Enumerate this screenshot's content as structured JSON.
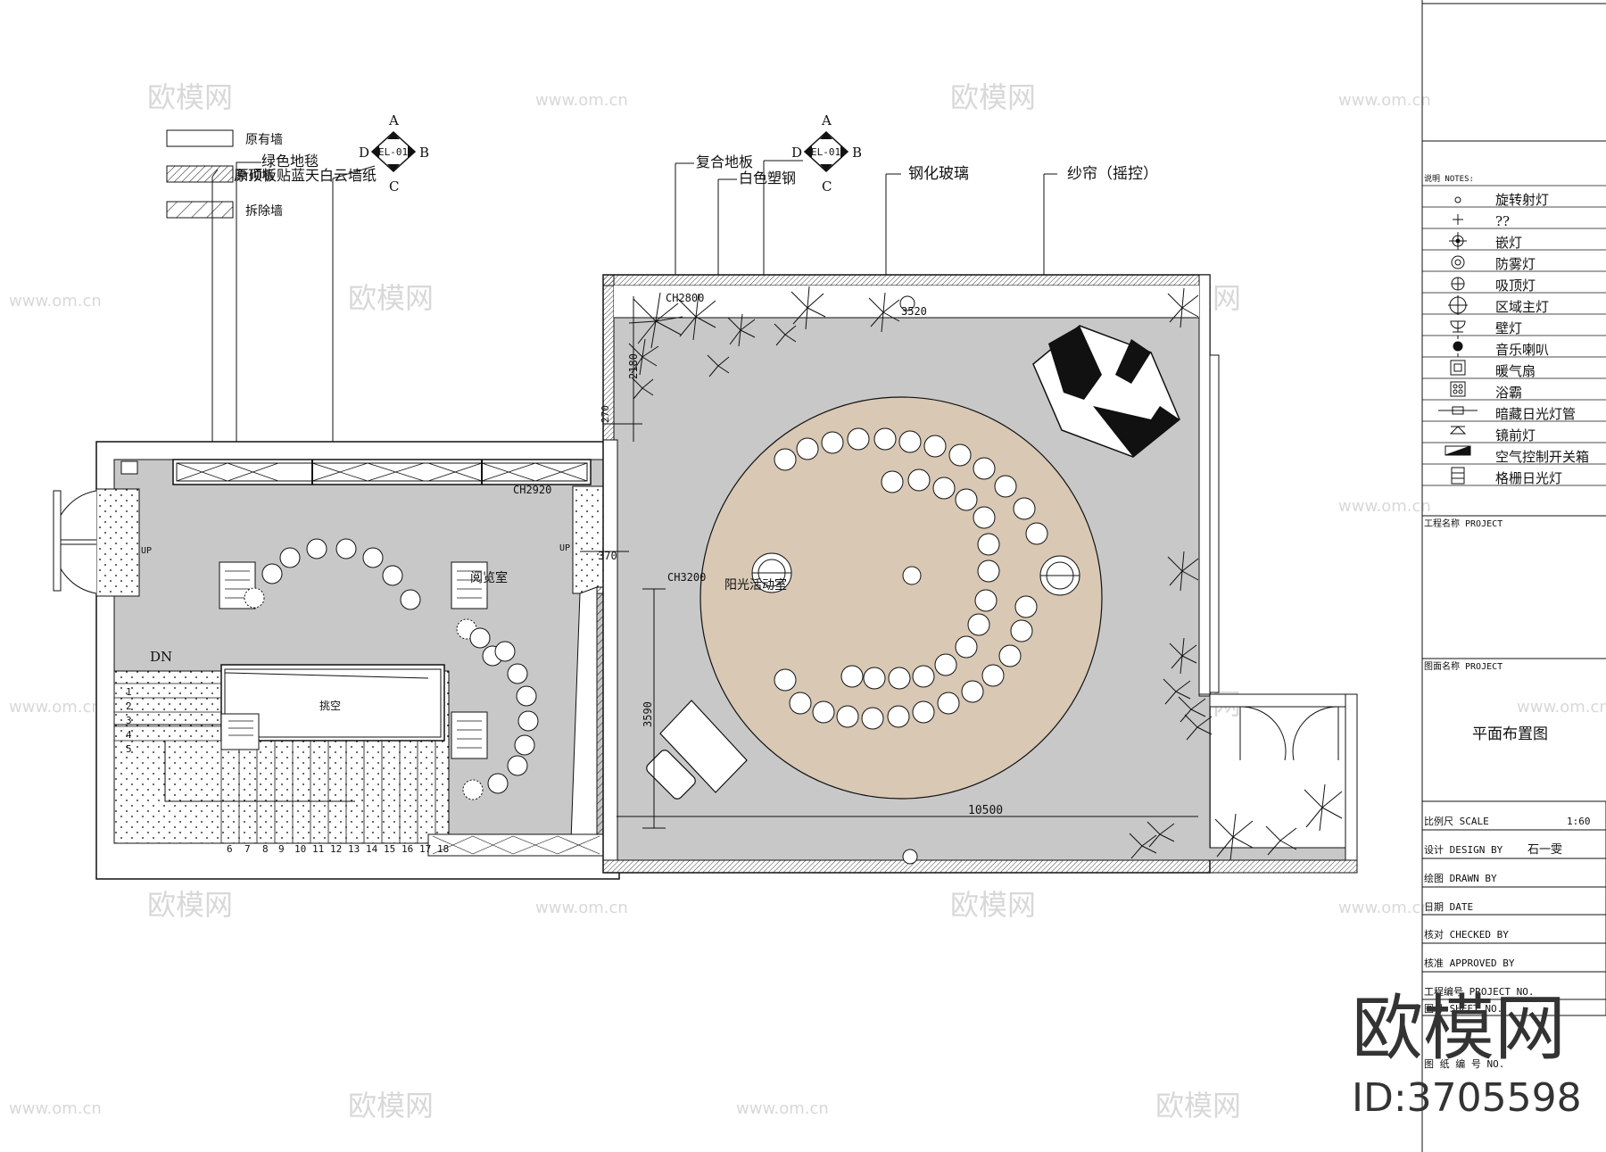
{
  "legend": {
    "items": [
      {
        "label": "原有墙",
        "pattern": "empty"
      },
      {
        "label": "新砌墙",
        "pattern": "hatch-dense"
      },
      {
        "label": "拆除墙",
        "pattern": "hatch-sparse"
      }
    ]
  },
  "elevation_marker": {
    "ref": "EL-01",
    "a": "A",
    "b": "B",
    "c": "C",
    "d": "D"
  },
  "callouts": {
    "green_carpet": "绿色地毯",
    "wallpaper": "原顶板贴蓝天白云墙纸",
    "composite_floor": "复合地板",
    "white_plastic_steel": "白色塑钢",
    "tempered_glass": "钢化玻璃",
    "curtain": "纱帘（摇控）"
  },
  "rooms": {
    "reading_room": "阅览室",
    "sunshine_room": "阳光活动室",
    "void": "挑空"
  },
  "dimensions": {
    "ch1": "CH2920",
    "ch2": "CH3200",
    "ch3": "CH2800",
    "d_3520": "3520",
    "d_2180": "2180",
    "d_370": "370",
    "d_3590": "3590",
    "d_10500": "10500",
    "d_270": "270"
  },
  "stairs": {
    "dn": "DN",
    "up": "UP",
    "steps_left": [
      "1",
      "2",
      "3",
      "4",
      "5"
    ],
    "steps_bottom": [
      "6",
      "7",
      "8",
      "9",
      "10",
      "11",
      "12",
      "13",
      "14",
      "15",
      "16",
      "17",
      "18"
    ]
  },
  "notes": {
    "header": "说明  NOTES:",
    "items": [
      {
        "label": "旋转射灯",
        "icon": "small-dot-icon"
      },
      {
        "label": "??",
        "icon": "small-cross-icon"
      },
      {
        "label": "嵌灯",
        "icon": "recessed-light-icon"
      },
      {
        "label": "防雾灯",
        "icon": "double-circle-icon"
      },
      {
        "label": "吸顶灯",
        "icon": "ceiling-light-icon"
      },
      {
        "label": "区域主灯",
        "icon": "main-light-icon"
      },
      {
        "label": "壁灯",
        "icon": "wall-light-icon"
      },
      {
        "label": "音乐喇叭",
        "icon": "speaker-icon"
      },
      {
        "label": "暖气扇",
        "icon": "heater-icon"
      },
      {
        "label": "浴霸",
        "icon": "bath-heater-icon"
      },
      {
        "label": "暗藏日光灯管",
        "icon": "hidden-tube-icon"
      },
      {
        "label": "镜前灯",
        "icon": "mirror-light-icon"
      },
      {
        "label": "空气控制开关箱",
        "icon": "switch-box-icon"
      },
      {
        "label": "格栅日光灯",
        "icon": "grille-light-icon"
      }
    ]
  },
  "title_block": {
    "project_label": "工程名称  PROJECT",
    "drawing_label": "图面名称  PROJECT",
    "drawing_title": "平面布置图",
    "rows": [
      {
        "label": "比例尺  SCALE",
        "value": "1:60"
      },
      {
        "label": "设计  DESIGN BY",
        "value": "石一雯"
      },
      {
        "label": "绘图  DRAWN BY",
        "value": ""
      },
      {
        "label": "日期    DATE",
        "value": ""
      },
      {
        "label": "核对  CHECKED BY",
        "value": ""
      },
      {
        "label": "核准  APPROVED  BY",
        "value": ""
      },
      {
        "label": "工程编号  PROJECT NO.",
        "value": ""
      },
      {
        "label": "图号  SHEET NO.",
        "value": ""
      },
      {
        "label": "图 纸 编 号    NO.",
        "value": ""
      }
    ]
  },
  "watermark": {
    "brand": "欧模网",
    "url": "www.om.cn",
    "id_text": "ID:3705598"
  },
  "colors": {
    "floor_gray": "#c8c8c8",
    "rug": "#d8c8b4",
    "line": "#111111"
  }
}
